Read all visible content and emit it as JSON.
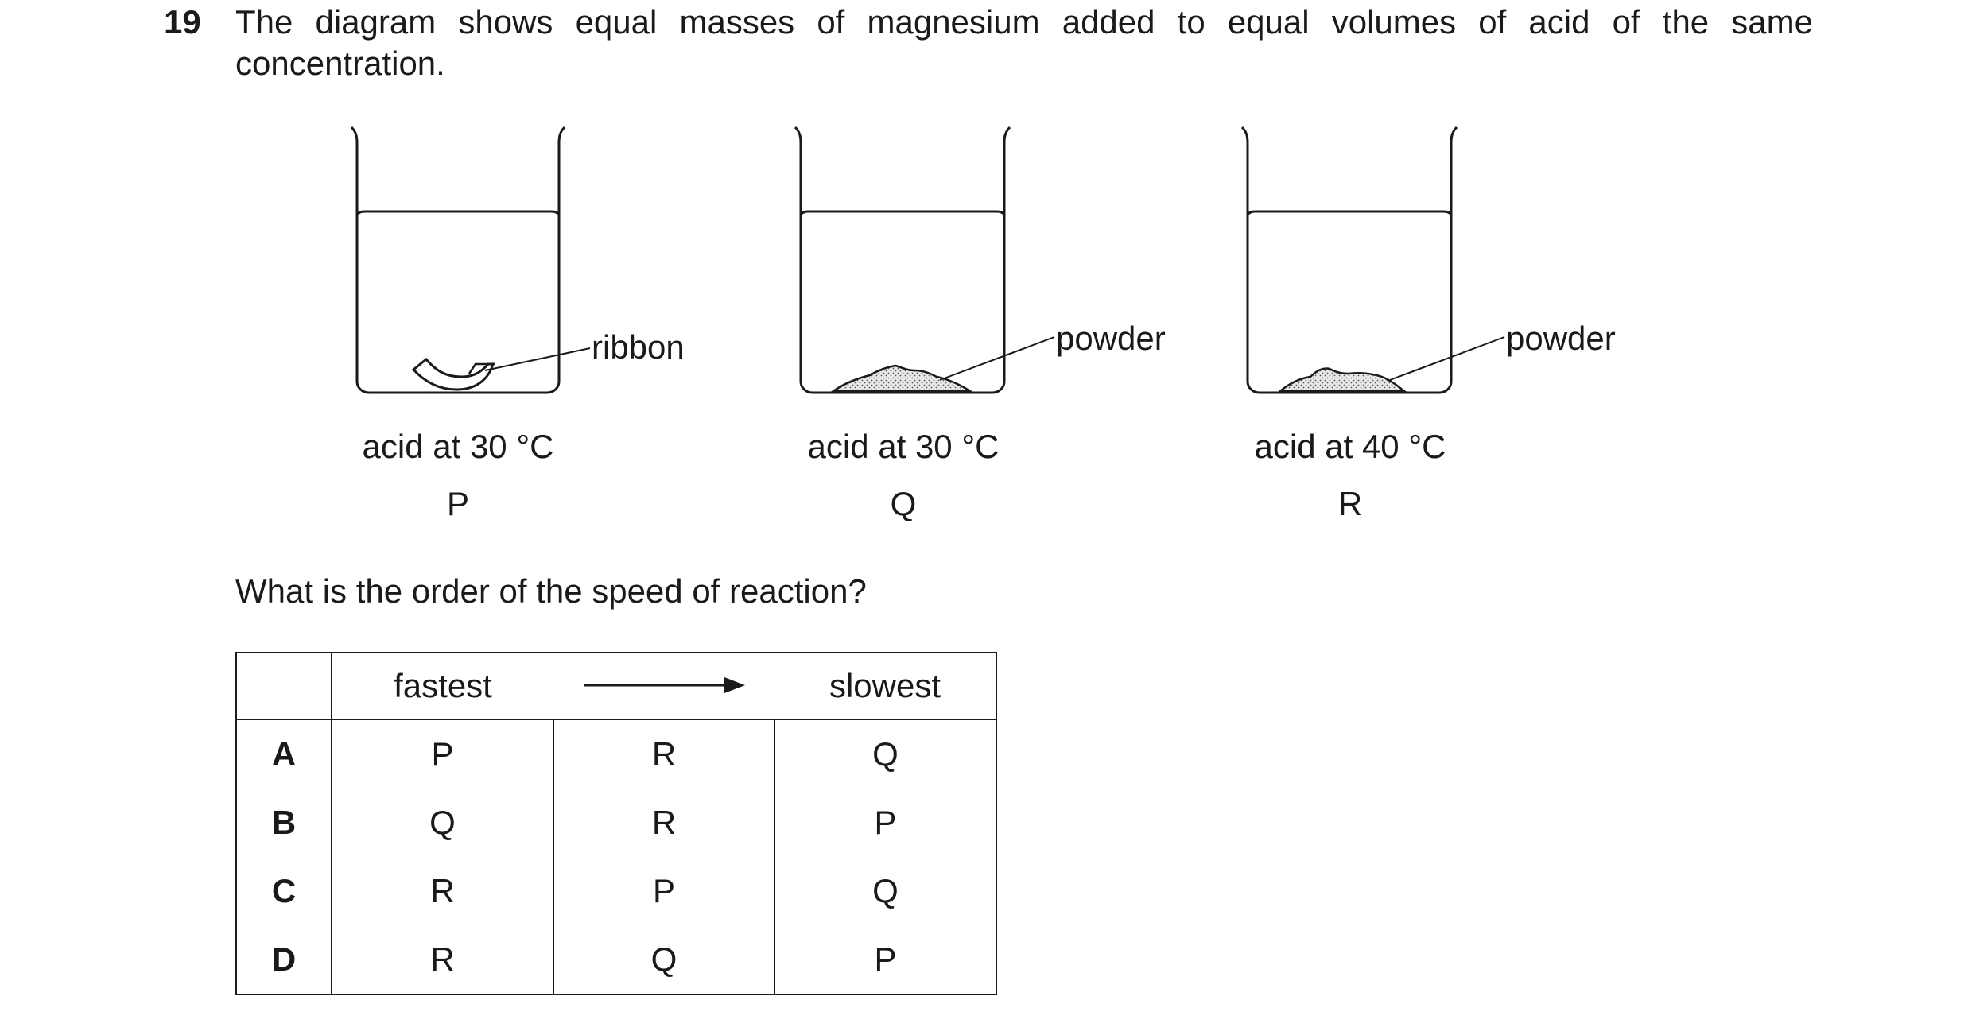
{
  "question": {
    "number": "19",
    "stem": "The diagram shows equal masses of magnesium added to equal volumes of acid of the same concentration.",
    "prompt": "What is the order of the speed of reaction?"
  },
  "diagram": {
    "beakers": [
      {
        "id": "P",
        "condition": "acid at 30 °C",
        "label": "P",
        "pointer": "ribbon"
      },
      {
        "id": "Q",
        "condition": "acid at 30 °C",
        "label": "Q",
        "pointer": "powder"
      },
      {
        "id": "R",
        "condition": "acid at 40 °C",
        "label": "R",
        "pointer": "powder"
      }
    ]
  },
  "table": {
    "header": {
      "fastest": "fastest",
      "slowest": "slowest"
    },
    "rows": [
      {
        "option": "A",
        "values": [
          "P",
          "R",
          "Q"
        ]
      },
      {
        "option": "B",
        "values": [
          "Q",
          "R",
          "P"
        ]
      },
      {
        "option": "C",
        "values": [
          "R",
          "P",
          "Q"
        ]
      },
      {
        "option": "D",
        "values": [
          "R",
          "Q",
          "P"
        ]
      }
    ]
  }
}
